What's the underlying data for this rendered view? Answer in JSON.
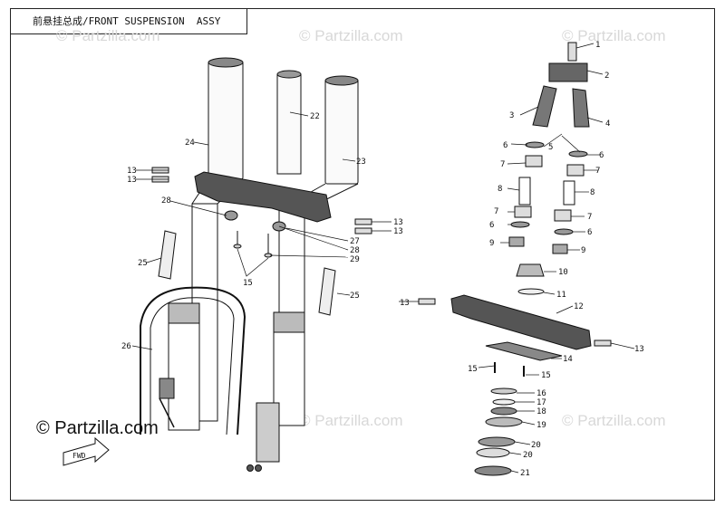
{
  "title": "前悬挂总成/FRONT SUSPENSION  ASSY",
  "watermark": "© Partzilla.com",
  "logo_text": "© Partzilla.com",
  "fwd_label": "FWD",
  "callouts": {
    "c1": "1",
    "c2": "2",
    "c3": "3",
    "c4": "4",
    "c5": "5",
    "c6a": "6",
    "c6b": "6",
    "c6c": "6",
    "c6d": "6",
    "c7a": "7",
    "c7b": "7",
    "c7c": "7",
    "c7d": "7",
    "c8a": "8",
    "c8b": "8",
    "c9a": "9",
    "c9b": "9",
    "c10": "10",
    "c11": "11",
    "c12": "12",
    "c13a": "13",
    "c13b": "13",
    "c13c": "13",
    "c13d": "13",
    "c13e": "13",
    "c13f": "13",
    "c14": "14",
    "c15a": "15",
    "c15b": "15",
    "c15c": "15",
    "c16": "16",
    "c17": "17",
    "c18": "18",
    "c19": "19",
    "c20a": "20",
    "c20b": "20",
    "c21": "21",
    "c22": "22",
    "c23": "23",
    "c24": "24",
    "c25a": "25",
    "c25b": "25",
    "c26": "26",
    "c27": "27",
    "c28a": "28",
    "c28b": "28",
    "c29": "29"
  }
}
